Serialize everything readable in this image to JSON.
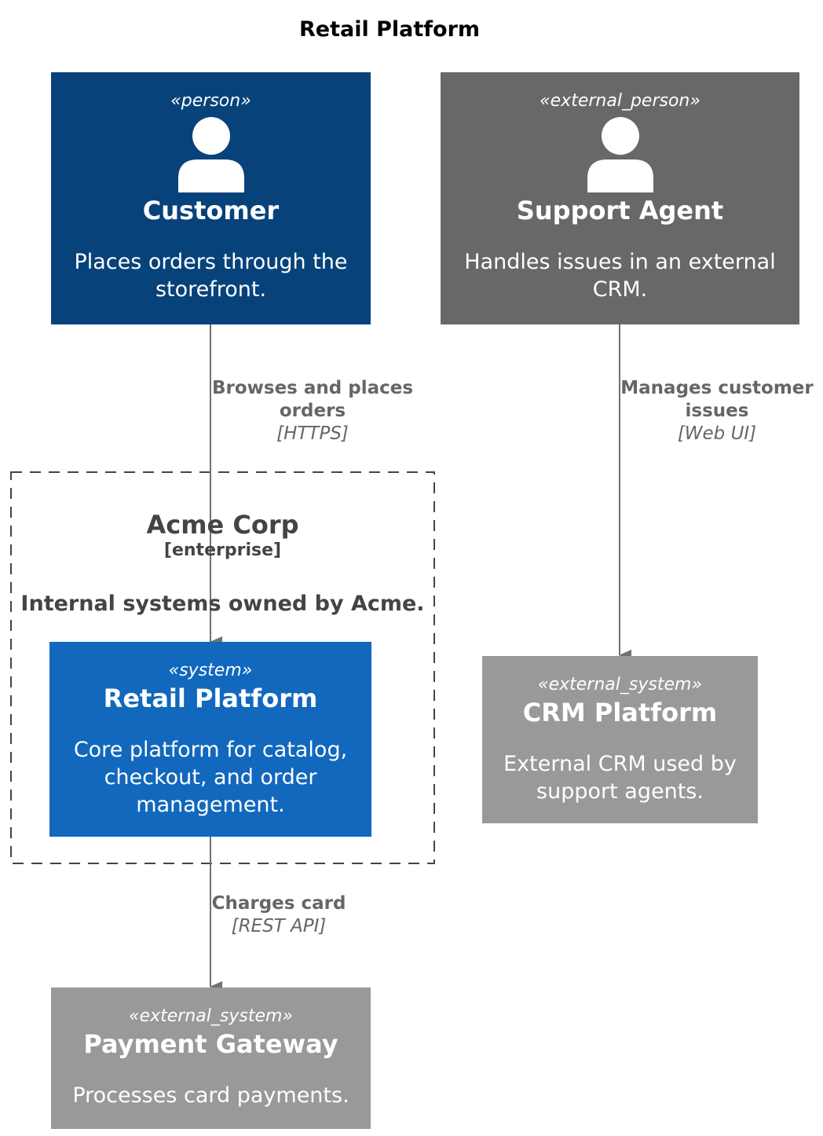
{
  "diagram_title": "Retail Platform",
  "colors": {
    "person": "#08427b",
    "external_person": "#686868",
    "system": "#1168bd",
    "external_system": "#999999",
    "edge": "#707070",
    "boundary": "#444444"
  },
  "nodes": {
    "customer": {
      "stereotype": "«person»",
      "name": "Customer",
      "description": [
        "Places orders through the",
        "storefront."
      ]
    },
    "support_agent": {
      "stereotype": "«external_person»",
      "name": "Support Agent",
      "description": [
        "Handles issues in an external",
        "CRM."
      ]
    },
    "retail_platform": {
      "stereotype": "«system»",
      "name": "Retail Platform",
      "description": [
        "Core platform for catalog,",
        "checkout, and order",
        "management."
      ]
    },
    "crm_platform": {
      "stereotype": "«external_system»",
      "name": "CRM Platform",
      "description": [
        "External CRM used by",
        "support agents."
      ]
    },
    "payment_gateway": {
      "stereotype": "«external_system»",
      "name": "Payment Gateway",
      "description": [
        "Processes card payments."
      ]
    }
  },
  "boundary": {
    "name": "Acme Corp",
    "type": "[enterprise]",
    "description": "Internal systems owned by Acme."
  },
  "edges": [
    {
      "from": "customer",
      "to": "retail_platform",
      "label": [
        "Browses and places",
        "orders"
      ],
      "technology": "[HTTPS]"
    },
    {
      "from": "support_agent",
      "to": "crm_platform",
      "label": [
        "Manages customer",
        "issues"
      ],
      "technology": "[Web UI]"
    },
    {
      "from": "retail_platform",
      "to": "payment_gateway",
      "label": [
        "Charges card"
      ],
      "technology": "[REST API]"
    }
  ]
}
